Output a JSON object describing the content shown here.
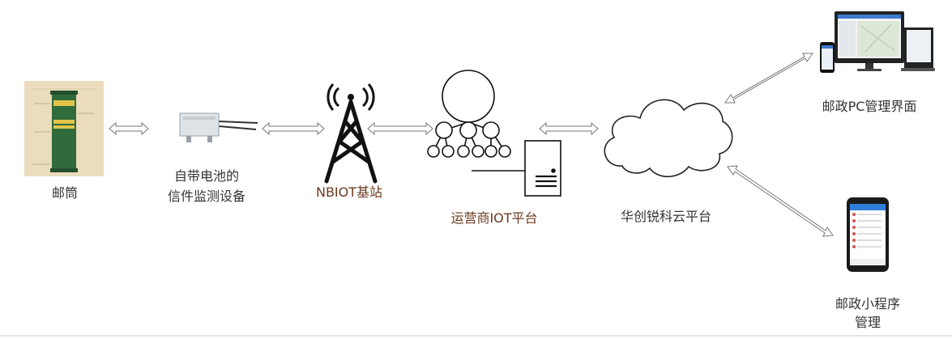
{
  "nodes": {
    "mailbox": {
      "label": "邮筒"
    },
    "monitor": {
      "label_line1": "自带电池的",
      "label_line2": "信件监测设备"
    },
    "station": {
      "label": "NBIOT基站"
    },
    "operator": {
      "label": "运营商IOT平台"
    },
    "cloud": {
      "label": "华创锐科云平台"
    },
    "pc": {
      "label": "邮政PC管理界面"
    },
    "mini": {
      "label_line1": "邮政小程序",
      "label_line2": "管理"
    }
  },
  "colors": {
    "text": "#333333",
    "text_brown": "#6b3a1f",
    "mailbox_green": "#2f6b3b",
    "mailbox_panel": "#eadcbc",
    "line": "#777777"
  },
  "icons": {
    "mailbox": "mailbox-photo-icon",
    "monitor": "monitoring-device-icon",
    "station": "radio-tower-icon",
    "operator": "network-tree-server-icon",
    "cloud": "cloud-icon",
    "pc": "monitor-laptop-phone-icon",
    "mini": "smartphone-icon"
  }
}
